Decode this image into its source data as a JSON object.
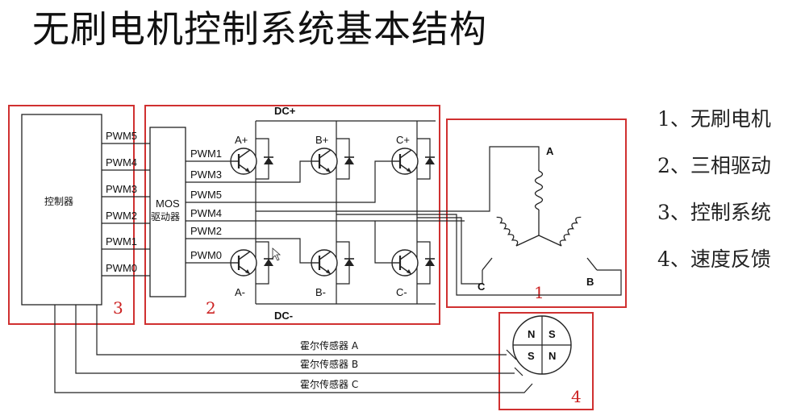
{
  "title": "无刷电机控制系统基本结构",
  "legend": [
    "1、无刷电机",
    "2、三相驱动",
    "3、控制系统",
    "4、速度反馈"
  ],
  "controller_label": "控制器",
  "driver_label_1": "MOS",
  "driver_label_2": "驱动器",
  "pwm_out": [
    "PWM5",
    "PWM4",
    "PWM3",
    "PWM2",
    "PWM1",
    "PWM0"
  ],
  "pwm_in_top": [
    "PWM1",
    "PWM3",
    "PWM5",
    "PWM4",
    "PWM2"
  ],
  "pwm_in_bottom": "PWM0",
  "dc_plus": "DC+",
  "dc_minus": "DC-",
  "transistor_top": [
    "A+",
    "B+",
    "C+"
  ],
  "transistor_bottom": [
    "A-",
    "B-",
    "C-"
  ],
  "phases": [
    "A",
    "B",
    "C"
  ],
  "magnet": [
    "N",
    "S",
    "S",
    "N"
  ],
  "hall": [
    "霍尔传感器 A",
    "霍尔传感器 B",
    "霍尔传感器 C"
  ],
  "box_numbers": [
    "1",
    "2",
    "3",
    "4"
  ],
  "colors": {
    "box": "#d03030",
    "line": "#333333",
    "number": "#cc2222"
  }
}
